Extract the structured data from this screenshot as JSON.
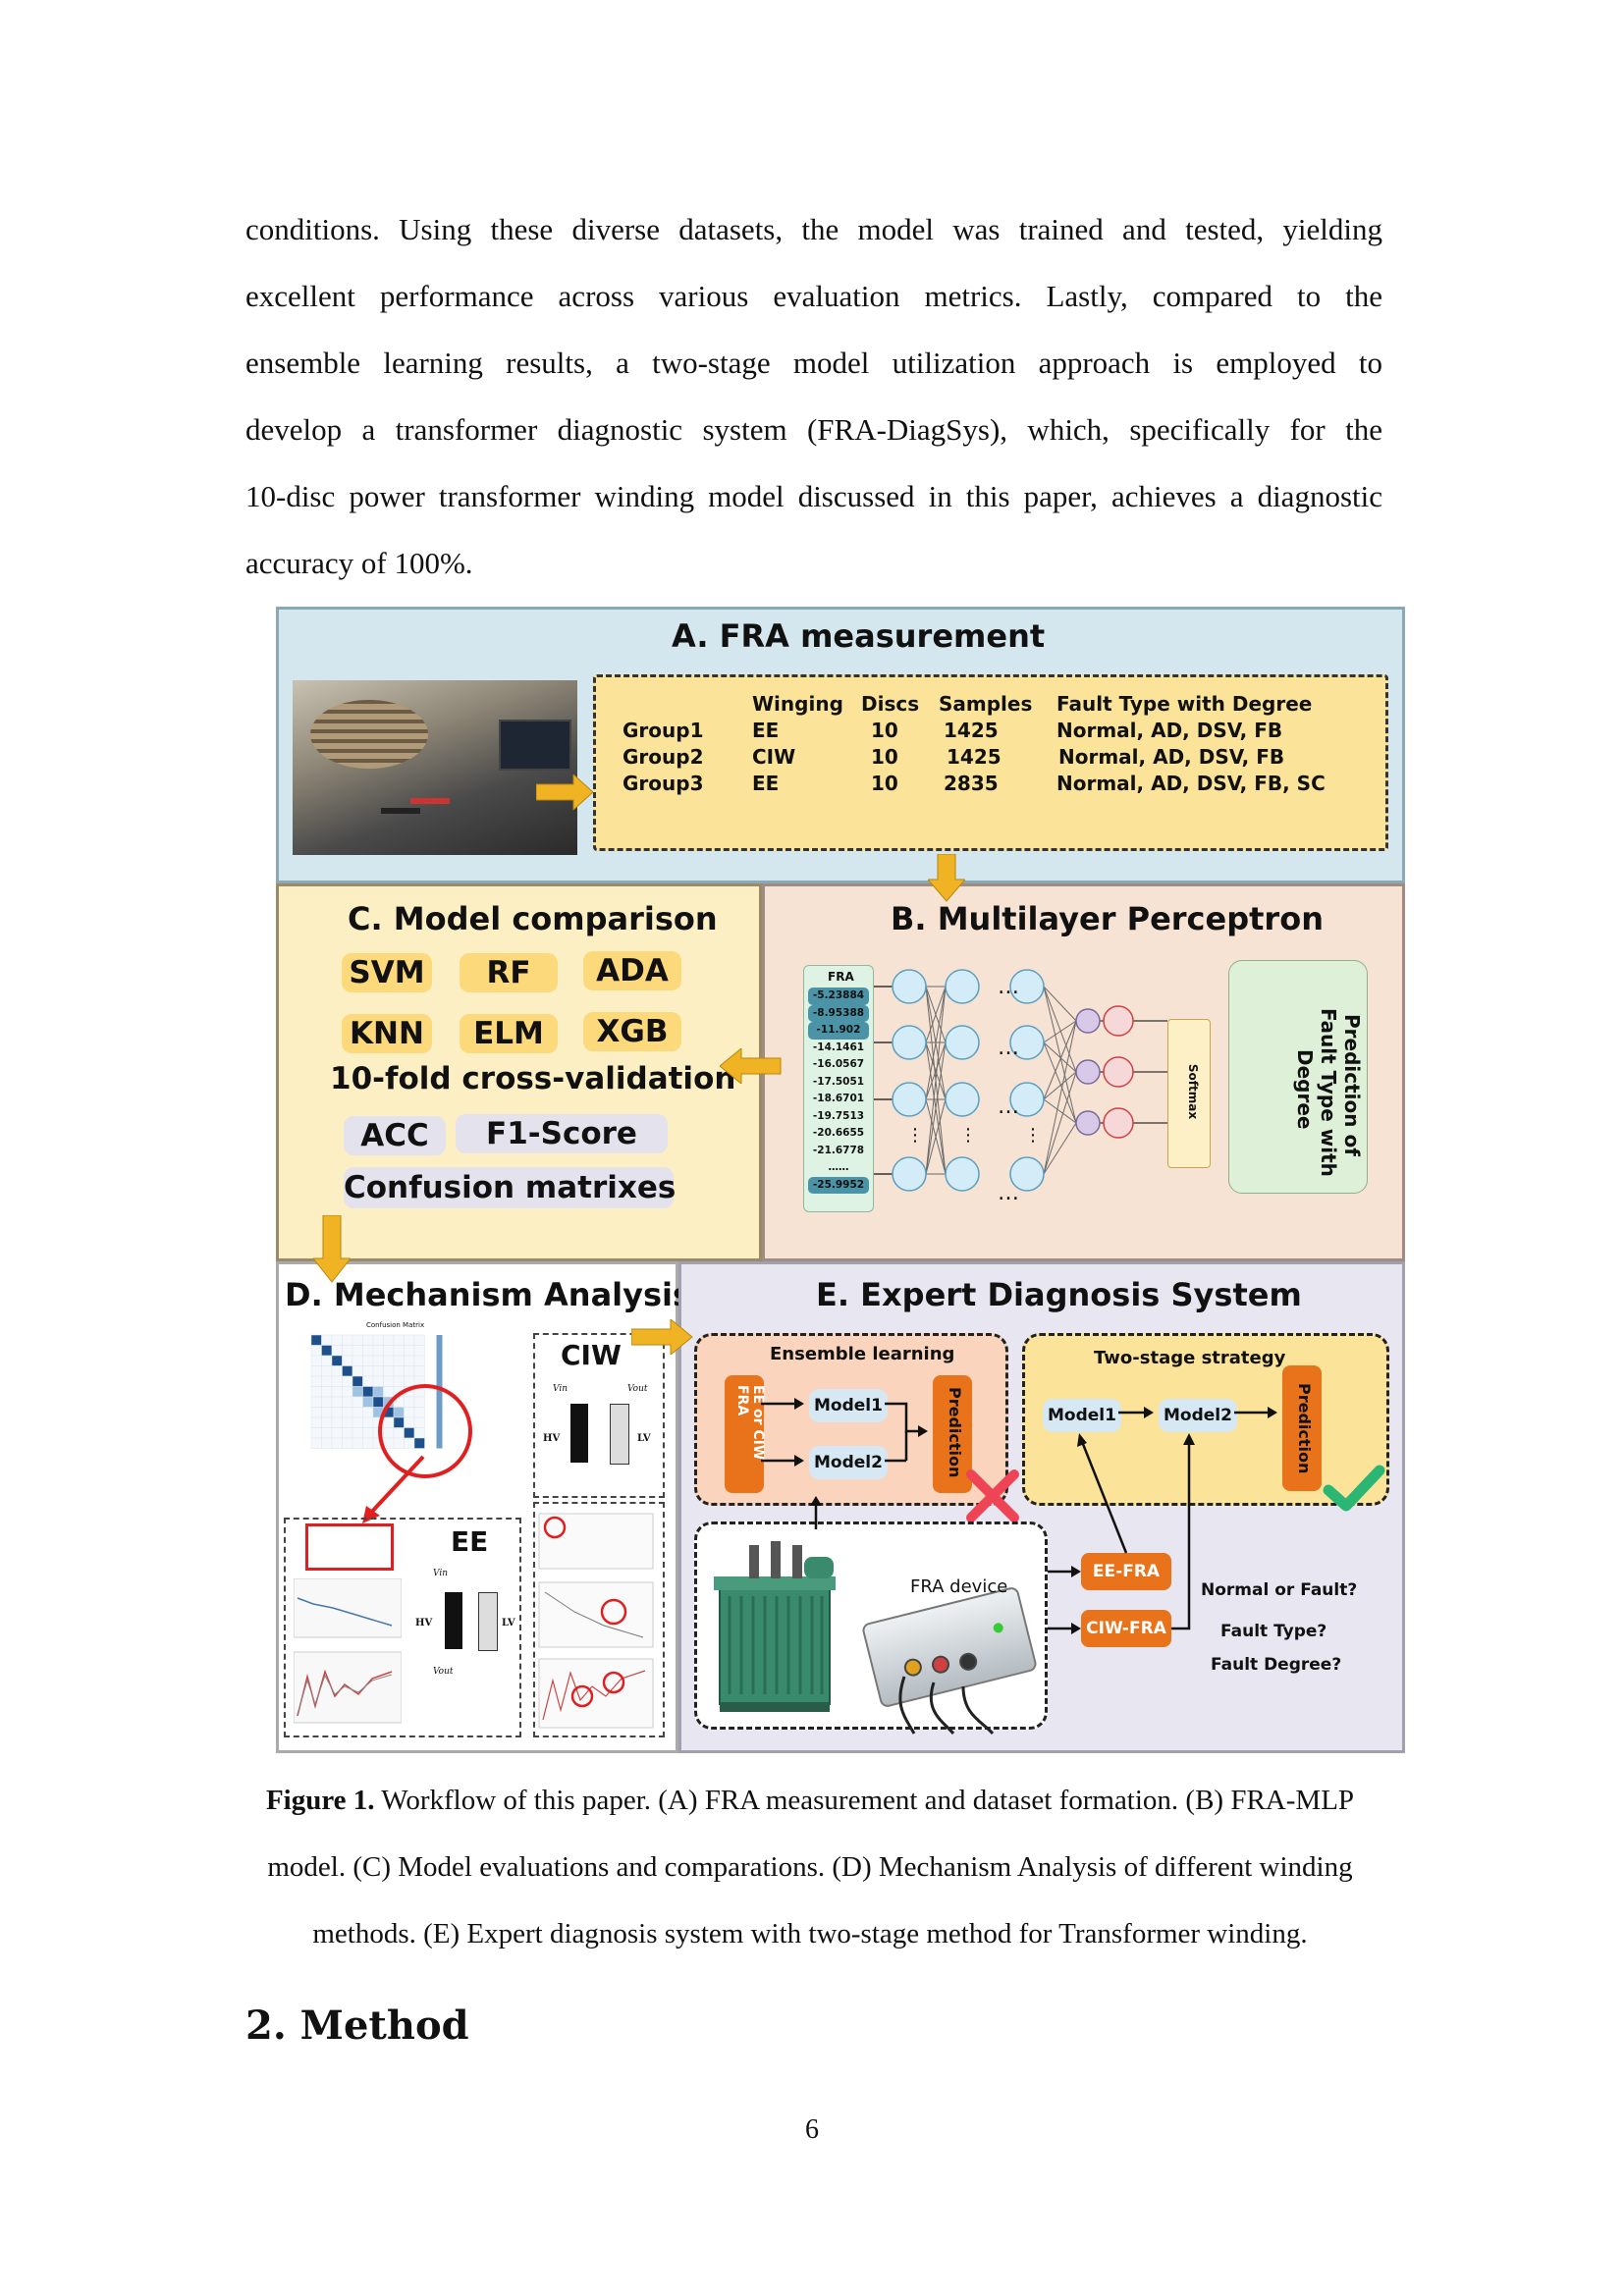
{
  "paragraph_lines": [
    "conditions. Using these diverse datasets, the model was trained and tested, yielding",
    "excellent performance across various evaluation metrics. Lastly, compared to the",
    "ensemble learning results, a two-stage model utilization approach is employed to",
    "develop a transformer diagnostic system (FRA-DiagSys), which, specifically for the",
    "10-disc power transformer winding model discussed in this paper, achieves a diagnostic",
    "accuracy of 100%."
  ],
  "figure": {
    "panel_a": {
      "title": "A. FRA measurement",
      "headers": [
        "Winging",
        "Discs",
        "Samples",
        "Fault Type with Degree"
      ],
      "rows": [
        {
          "group": "Group1",
          "winding": "EE",
          "discs": "10",
          "samples": "1425",
          "faults": "Normal, AD, DSV, FB"
        },
        {
          "group": "Group2",
          "winding": "CIW",
          "discs": "10",
          "samples": "1425",
          "faults": "Normal, AD, DSV, FB"
        },
        {
          "group": "Group3",
          "winding": "EE",
          "discs": "10",
          "samples": "2835",
          "faults": "Normal, AD, DSV, FB, SC"
        }
      ]
    },
    "panel_c": {
      "title": "C. Model comparison",
      "models": [
        "SVM",
        "RF",
        "ADA",
        "KNN",
        "ELM",
        "XGB"
      ],
      "cv": "10-fold cross-validation",
      "metrics": [
        "ACC",
        "F1-Score"
      ],
      "confusion": "Confusion matrixes"
    },
    "panel_b": {
      "title": "B. Multilayer Perceptron",
      "input_label": "FRA",
      "input_values": [
        "-5.23884",
        "-8.95388",
        "-11.902",
        "-14.1461",
        "-16.0567",
        "-17.5051",
        "-18.6701",
        "-19.7513",
        "-20.6655",
        "-21.6778",
        "……",
        "-25.9952"
      ],
      "softmax": "Softmax",
      "output_label_1": "Prediction of",
      "output_label_2": "Fault Type with",
      "output_label_3": "Degree",
      "ellipsis": "…"
    },
    "panel_d": {
      "title": "D. Mechanism Analysis",
      "cm_title": "Confusion Matrix",
      "ciw": "CIW",
      "ee": "EE",
      "hv": "HV",
      "lv": "LV",
      "vin": "Vin",
      "vout": "Vout"
    },
    "panel_e": {
      "title": "E. Expert Diagnosis System",
      "ensemble_title": "Ensemble learning",
      "ensemble_input": "EE or CIW FRA",
      "model1": "Model1",
      "model2": "Model2",
      "prediction": "Prediction",
      "two_stage_title": "Two-stage strategy",
      "fra_device": "FRA device",
      "ee_fra": "EE-FRA",
      "ciw_fra": "CIW-FRA",
      "q1": "Normal or Fault?",
      "q2": "Fault Type?",
      "q3": "Fault Degree?"
    }
  },
  "caption_lines": [
    "<b>Figure 1.</b> Workflow of this paper. (A) FRA measurement and dataset formation. (B) FRA-MLP",
    "model. (C) Model evaluations and comparations. (D) Mechanism Analysis of different winding",
    "methods. (E) Expert diagnosis system with two-stage method for Transformer winding."
  ],
  "caption_bold": "Figure 1.",
  "caption_rest": [
    " Workflow of this paper. (A) FRA measurement and dataset formation. (B) FRA-MLP",
    "model. (C) Model evaluations and comparations. (D) Mechanism Analysis of different winding",
    "methods. (E) Expert diagnosis system with two-stage method for Transformer winding."
  ],
  "section_heading": "2. Method",
  "page_number": "6"
}
